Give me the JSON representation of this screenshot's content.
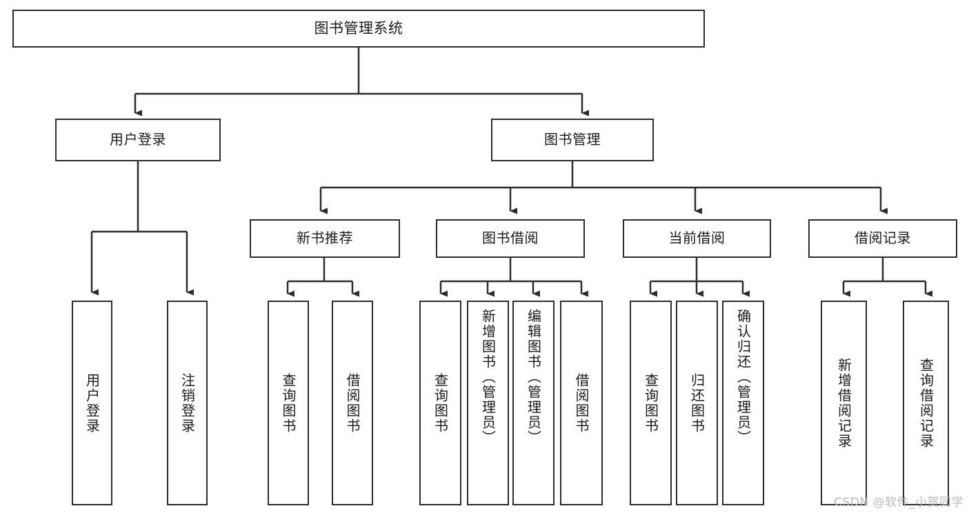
{
  "diagram": {
    "type": "tree-hierarchy",
    "title": "图书管理系统",
    "root": {
      "id": "root",
      "label": "图书管理系统"
    },
    "level2": [
      {
        "id": "user-login",
        "label": "用户登录"
      },
      {
        "id": "book-management",
        "label": "图书管理"
      }
    ],
    "level3": [
      {
        "id": "new-book-recommend",
        "label": "新书推荐"
      },
      {
        "id": "book-borrow",
        "label": "图书借阅"
      },
      {
        "id": "current-borrow",
        "label": "当前借阅"
      },
      {
        "id": "borrow-record",
        "label": "借阅记录"
      }
    ],
    "leaves": {
      "user_login": [
        {
          "id": "leaf-user-login",
          "label": "用户登录"
        },
        {
          "id": "leaf-user-logout",
          "label": "注销登录"
        }
      ],
      "new_book_recommend": [
        {
          "id": "leaf-query-book-1",
          "label": "查询图书"
        },
        {
          "id": "leaf-borrow-book-1",
          "label": "借阅图书"
        }
      ],
      "book_borrow": [
        {
          "id": "leaf-query-book-2",
          "label": "查询图书"
        },
        {
          "id": "leaf-add-book",
          "label": "新增图书（管理员）"
        },
        {
          "id": "leaf-edit-book",
          "label": "编辑图书（管理员）"
        },
        {
          "id": "leaf-borrow-book-2",
          "label": "借阅图书"
        }
      ],
      "current_borrow": [
        {
          "id": "leaf-query-book-3",
          "label": "查询图书"
        },
        {
          "id": "leaf-return-book",
          "label": "归还图书"
        },
        {
          "id": "leaf-confirm-return",
          "label": "确认归还（管理员）"
        }
      ],
      "borrow_record": [
        {
          "id": "leaf-add-record",
          "label": "新增借阅记录"
        },
        {
          "id": "leaf-query-record",
          "label": "查询借阅记录"
        }
      ]
    },
    "colors": {
      "stroke": "#2b2b2b",
      "fill": "#ffffff",
      "text": "#1a1a1a",
      "watermark": "#b9b9b9"
    }
  },
  "watermark": {
    "text": "CSDN @软件_小贺同学"
  }
}
